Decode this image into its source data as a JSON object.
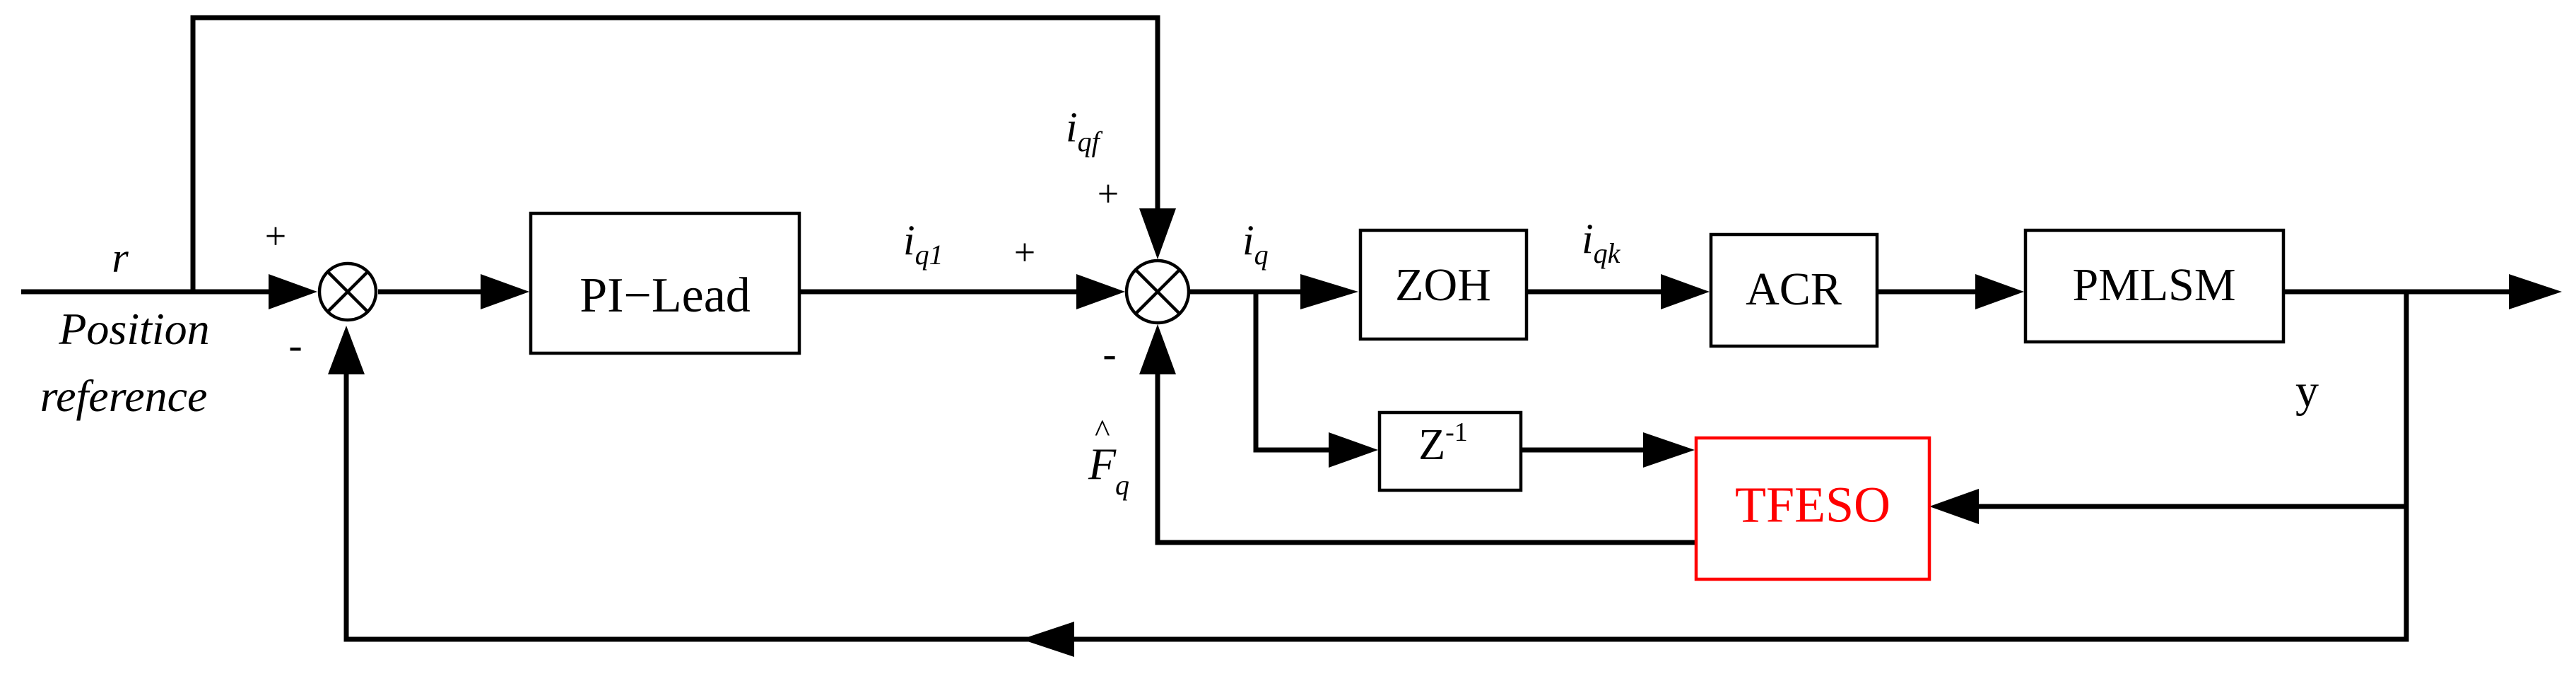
{
  "colors": {
    "line": "#000000",
    "highlight": "#ff0000"
  },
  "blocks": {
    "pi_lead": "PI−Lead",
    "zoh": "ZOH",
    "acr": "ACR",
    "pmlsm": "PMLSM",
    "delay_base": "Z",
    "delay_exp": "-1",
    "tfeso": "TFESO"
  },
  "signals": {
    "r": "r",
    "position_reference_line1": "Position",
    "position_reference_line2": "reference",
    "iq1_base": "i",
    "iq1_sub": "q1",
    "iqf_base": "i",
    "iqf_sub": "qf",
    "iq_base": "i",
    "iq_sub": "q",
    "iqk_base": "i",
    "iqk_sub": "qk",
    "fq_base": "F",
    "fq_hat": "^",
    "fq_sub": "q",
    "y": "y"
  },
  "signs": {
    "sum1_plus": "+",
    "sum1_minus": "-",
    "sum2_plus_left": "+",
    "sum2_plus_top": "+",
    "sum2_minus": "-"
  }
}
